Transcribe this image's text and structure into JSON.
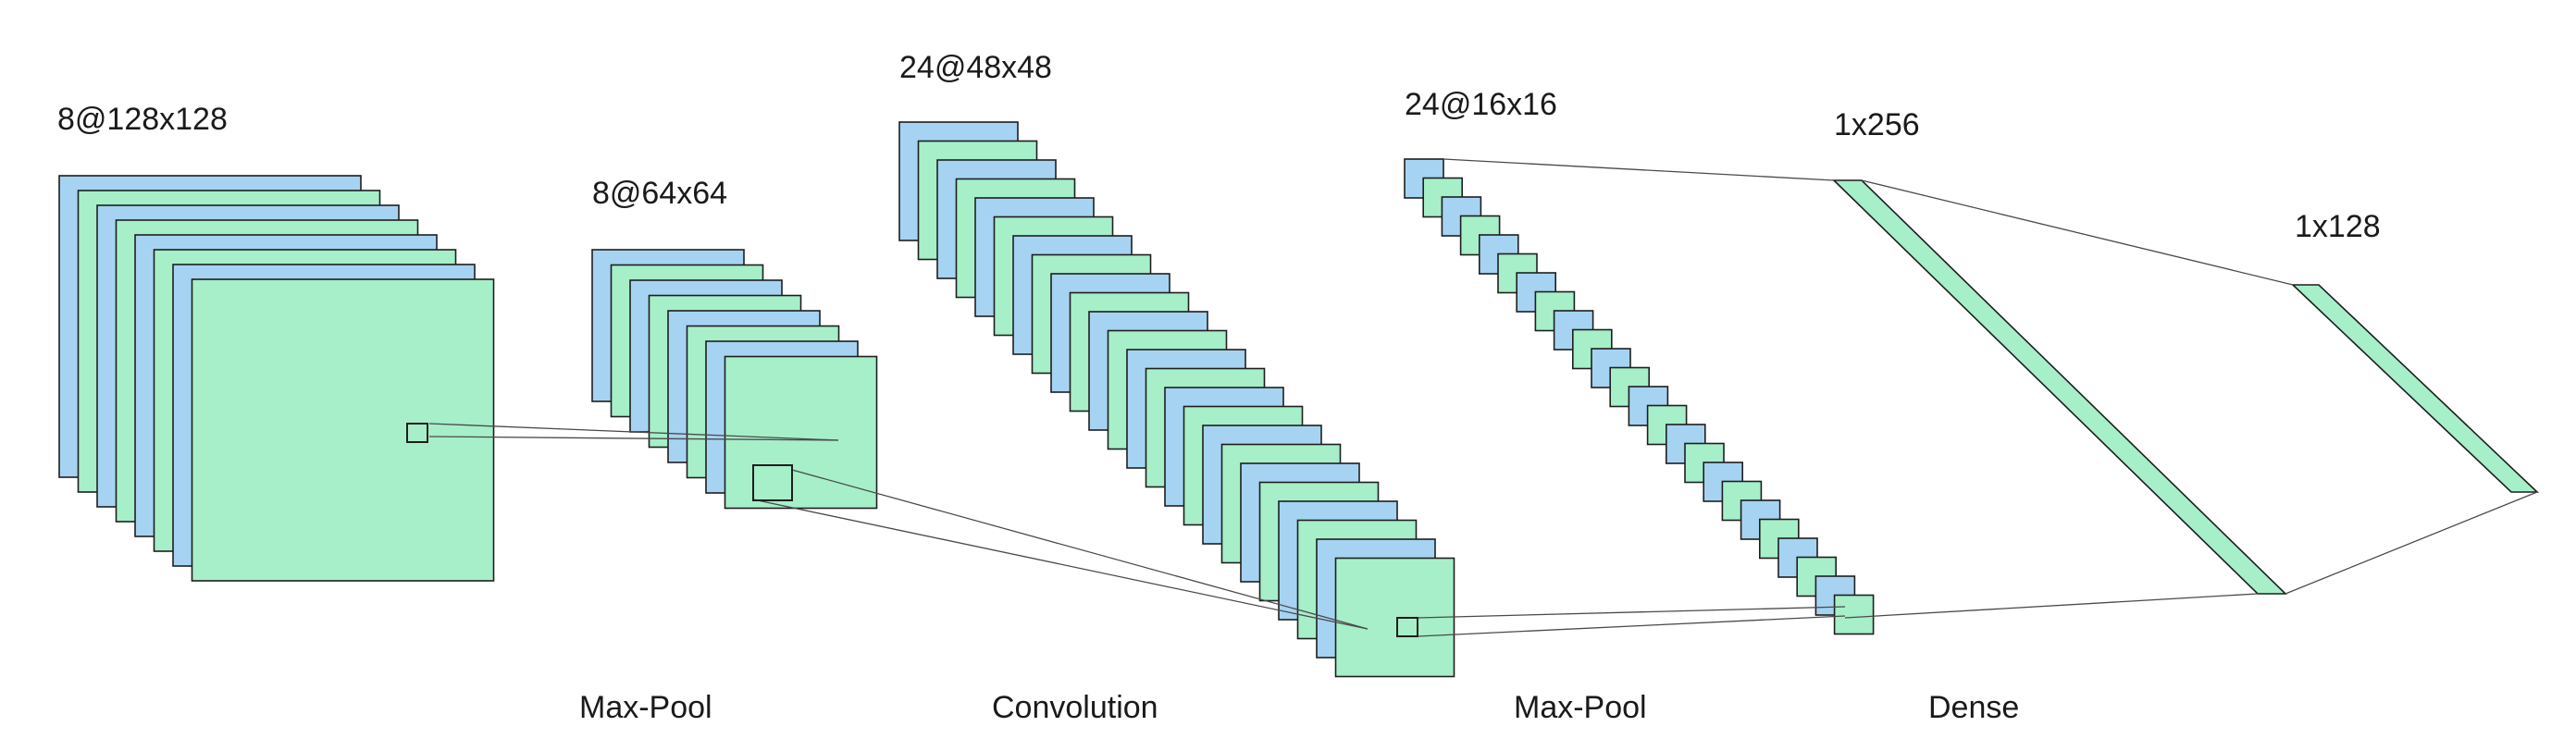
{
  "colors": {
    "blue": "#a6d3f2",
    "green": "#a6efc9",
    "stroke": "#1e1e1e",
    "connector": "#4a4a4a",
    "background": "#ffffff"
  },
  "layers": [
    {
      "id": "input",
      "label": "8@128x128",
      "maps": 8
    },
    {
      "id": "pool1",
      "label": "8@64x64",
      "maps": 8
    },
    {
      "id": "conv",
      "label": "24@48x48",
      "maps": 24
    },
    {
      "id": "pool2",
      "label": "24@16x16",
      "maps": 24
    },
    {
      "id": "dense1",
      "label": "1x256",
      "maps": 1
    },
    {
      "id": "dense2",
      "label": "1x128",
      "maps": 1
    }
  ],
  "operations": [
    "Max-Pool",
    "Convolution",
    "Max-Pool",
    "Dense"
  ]
}
